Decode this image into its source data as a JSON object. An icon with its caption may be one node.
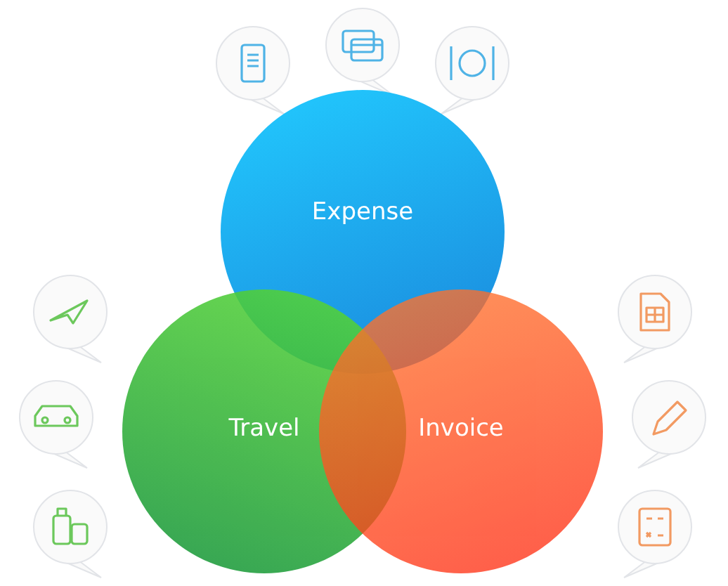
{
  "diagram": {
    "nodes": [
      {
        "text": [
          "Expense"
        ]
      },
      {
        "text": [
          "Travel"
        ]
      },
      {
        "text": [
          "Invoice"
        ]
      }
    ],
    "edges": []
  }
}
